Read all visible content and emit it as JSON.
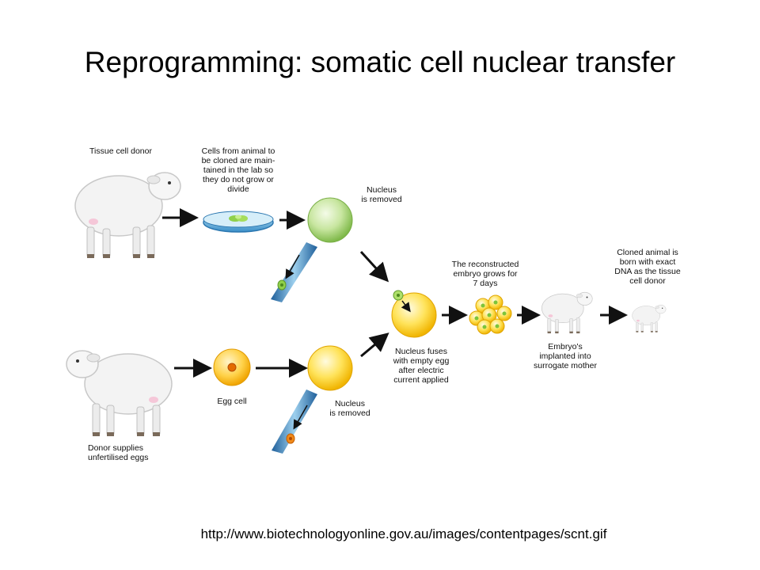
{
  "title": "Reprogramming: somatic cell nuclear transfer",
  "labels": {
    "tissue_donor": "Tissue cell donor",
    "cells_cloned": "Cells from animal to\nbe cloned are main-\ntained in the lab so\nthey do not grow or\ndivide",
    "nucleus_removed_top": "Nucleus\nis removed",
    "reconstructed": "The reconstructed\nembryo grows for\n7 days",
    "cloned_animal": "Cloned animal is\nborn with exact\nDNA as the tissue\ncell donor",
    "nucleus_fuses": "Nucleus fuses\nwith empty egg\nafter electric\ncurrent applied",
    "embryo_implanted": "Embryo's\nimplanted into\nsurrogate mother",
    "egg_cell": "Egg cell",
    "nucleus_removed_bottom": "Nucleus\nis removed",
    "donor_supplies": "Donor supplies\nunfertilised eggs"
  },
  "source_url": "http://www.biotechnologyonline.gov.au/images/contentpages/scnt.gif"
}
